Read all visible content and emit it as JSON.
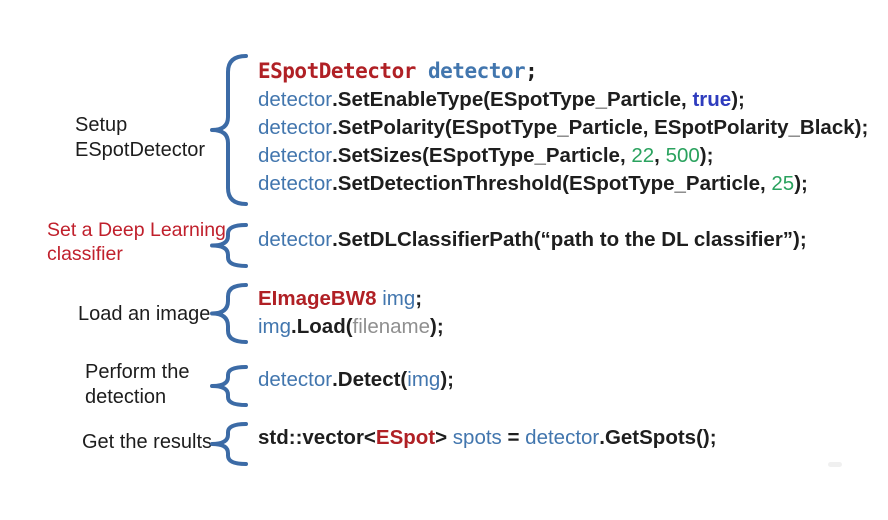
{
  "title": "ESpotDetector usage code walkthrough",
  "colors": {
    "dark": "#1e1e1e",
    "blue": "#4276ae",
    "keyword": "#2e3cbe",
    "green": "#2aa25e",
    "red": "#b02025",
    "gray": "#8f8f8f",
    "label_dark": "#1d1d1d",
    "label_red": "#c0202c",
    "brace": "#3c6ba6"
  },
  "blocks": [
    {
      "id": "setup",
      "label": {
        "lines": [
          "Setup",
          "ESpotDetector"
        ],
        "color": "dark"
      },
      "code": [
        {
          "mono": true,
          "segments": [
            {
              "t": "ESpotDetector ",
              "c": "red"
            },
            {
              "t": "detector",
              "c": "blue"
            },
            {
              "t": ";",
              "c": "dark"
            }
          ]
        },
        {
          "segments": [
            {
              "t": "detector",
              "c": "blue"
            },
            {
              "t": ".SetEnableType(ESpotType_Particle, ",
              "c": "dark"
            },
            {
              "t": "true",
              "c": "keyword"
            },
            {
              "t": ");",
              "c": "dark"
            }
          ]
        },
        {
          "segments": [
            {
              "t": "detector",
              "c": "blue"
            },
            {
              "t": ".SetPolarity(ESpotType_Particle, ESpotPolarity_Black);",
              "c": "dark"
            }
          ]
        },
        {
          "segments": [
            {
              "t": "detector",
              "c": "blue"
            },
            {
              "t": ".SetSizes(ESpotType_Particle, ",
              "c": "dark"
            },
            {
              "t": "22",
              "c": "green"
            },
            {
              "t": ", ",
              "c": "dark"
            },
            {
              "t": "500",
              "c": "green"
            },
            {
              "t": ");",
              "c": "dark"
            }
          ]
        },
        {
          "segments": [
            {
              "t": "detector",
              "c": "blue"
            },
            {
              "t": ".SetDetectionThreshold(ESpotType_Particle, ",
              "c": "dark"
            },
            {
              "t": "25",
              "c": "green"
            },
            {
              "t": ");",
              "c": "dark"
            }
          ]
        }
      ]
    },
    {
      "id": "dl-classifier",
      "label": {
        "lines": [
          "Set a Deep Learning",
          "classifier"
        ],
        "color": "red"
      },
      "code": [
        {
          "segments": [
            {
              "t": "detector",
              "c": "blue"
            },
            {
              "t": ".SetDLClassifierPath(“path to the DL classifier”);",
              "c": "dark"
            }
          ]
        }
      ]
    },
    {
      "id": "load-image",
      "label": {
        "lines": [
          "Load an image"
        ],
        "color": "dark"
      },
      "code": [
        {
          "segments": [
            {
              "t": "EImageBW8",
              "c": "red"
            },
            {
              "t": " ",
              "c": "dark"
            },
            {
              "t": "img",
              "c": "blue"
            },
            {
              "t": ";",
              "c": "dark"
            }
          ]
        },
        {
          "segments": [
            {
              "t": "img",
              "c": "blue"
            },
            {
              "t": ".Load(",
              "c": "dark"
            },
            {
              "t": "filename",
              "c": "gray"
            },
            {
              "t": ");",
              "c": "dark"
            }
          ]
        }
      ]
    },
    {
      "id": "detect",
      "label": {
        "lines": [
          "Perform the",
          "detection"
        ],
        "color": "dark"
      },
      "code": [
        {
          "segments": [
            {
              "t": "detector",
              "c": "blue"
            },
            {
              "t": ".Detect(",
              "c": "dark"
            },
            {
              "t": "img",
              "c": "blue"
            },
            {
              "t": ");",
              "c": "dark"
            }
          ]
        }
      ]
    },
    {
      "id": "results",
      "label": {
        "lines": [
          "Get the results"
        ],
        "color": "dark"
      },
      "code": [
        {
          "segments": [
            {
              "t": "std::vector<",
              "c": "dark"
            },
            {
              "t": "ESpot",
              "c": "red"
            },
            {
              "t": "> ",
              "c": "dark"
            },
            {
              "t": "spots",
              "c": "blue"
            },
            {
              "t": " = ",
              "c": "dark"
            },
            {
              "t": "detector",
              "c": "blue"
            },
            {
              "t": ".GetSpots();",
              "c": "dark"
            }
          ]
        }
      ]
    }
  ]
}
